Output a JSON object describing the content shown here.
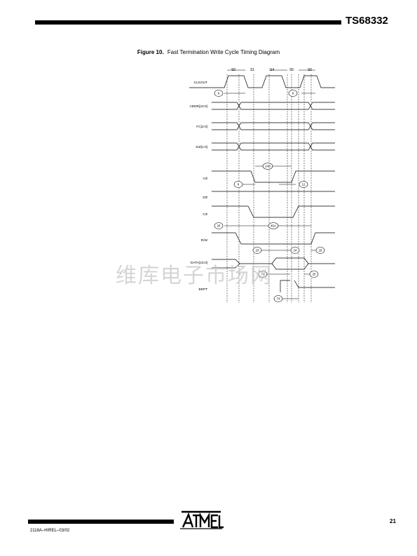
{
  "header": {
    "title": "TS68332"
  },
  "caption": {
    "figure_label": "Figure 10.",
    "text": "Fast Termination Write Cycle Timing Diagram"
  },
  "diagram": {
    "states": [
      "S0",
      "S1",
      "S4",
      "S5",
      "S0"
    ],
    "signals": [
      "CLKOUT",
      "ADDR[23:0]",
      "FC[2:0]",
      "SIZ[1:0]",
      "AS",
      "DS",
      "CS",
      "R/W",
      "DATA[15:0]",
      "BKPT"
    ],
    "timing_params": [
      "6",
      "8",
      "14B",
      "9",
      "12",
      "20",
      "46A",
      "23",
      "24",
      "18",
      "73",
      "25",
      "74"
    ]
  },
  "watermark": {
    "text": "维库电子市场网"
  },
  "footer": {
    "doc_code": "2118A–HIREL–03/02",
    "page_number": "21",
    "logo_text": "ATMEL"
  }
}
